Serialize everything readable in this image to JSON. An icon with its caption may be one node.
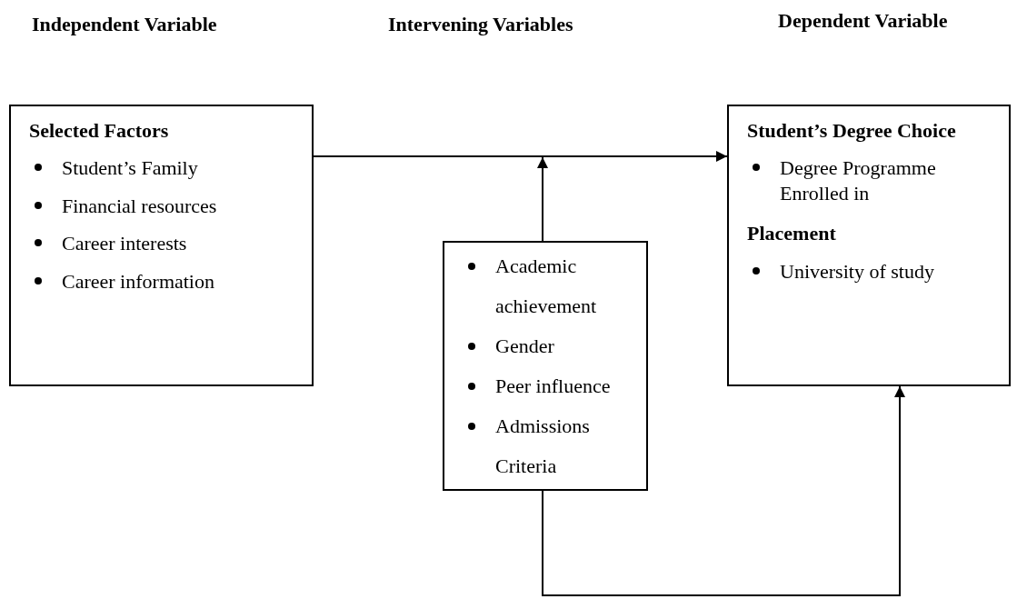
{
  "diagram": {
    "nodes": [
      {
        "text": [
          "Selected Factors",
          "Student’s Family",
          "Financial resources",
          "Career interests",
          "Career information"
        ]
      },
      {
        "text": [
          "Academic achievement",
          "Gender",
          "Peer influence",
          "Admissions Criteria"
        ]
      },
      {
        "text": [
          "Student’s Degree Choice",
          "Degree Programme Enrolled in",
          "Placement",
          "University of study"
        ]
      }
    ],
    "edges": [
      {
        "from": 0,
        "to": 2,
        "arrow": "to"
      },
      {
        "from": 1,
        "to": null,
        "arrow": "to"
      },
      {
        "from": 1,
        "to": 2,
        "arrow": "to"
      }
    ],
    "labels": [
      "Independent Variable",
      "Intervening Variables",
      "Dependent Variable"
    ]
  }
}
